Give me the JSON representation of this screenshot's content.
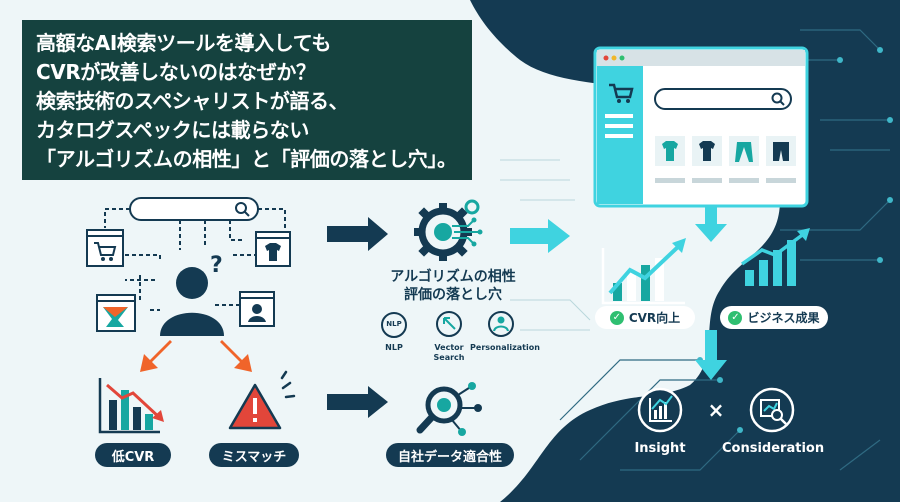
{
  "title": {
    "lines": [
      "高額なAI検索ツールを導入しても",
      "CVRが改善しないのはなぜか？",
      "検索技術のスペシャリストが語る、",
      "カタログスペックには載らない",
      "「アルゴリズムの相性」と「評価の落とし穴」。"
    ]
  },
  "center": {
    "line1": "アルゴリズムの相性",
    "line2": "評価の落とし穴",
    "tech": {
      "nlp_badge": "NLP",
      "nlp": "NLP",
      "vector1": "Vector",
      "vector2": "Search",
      "personalization": "Personalization"
    }
  },
  "badges": {
    "low_cvr": "低CVR",
    "mismatch": "ミスマッチ",
    "fit": "自社データ適合性"
  },
  "right": {
    "cvr_up": "CVR向上",
    "business": "ビジネス成果",
    "insight": "Insight",
    "times": "×",
    "consideration": "Consideration"
  },
  "colors": {
    "title_bg": "#15423f",
    "navy": "#143a52",
    "teal": "#17a7a1",
    "cyan": "#3fd3e0",
    "orange": "#f0642a",
    "red": "#e2463a"
  }
}
